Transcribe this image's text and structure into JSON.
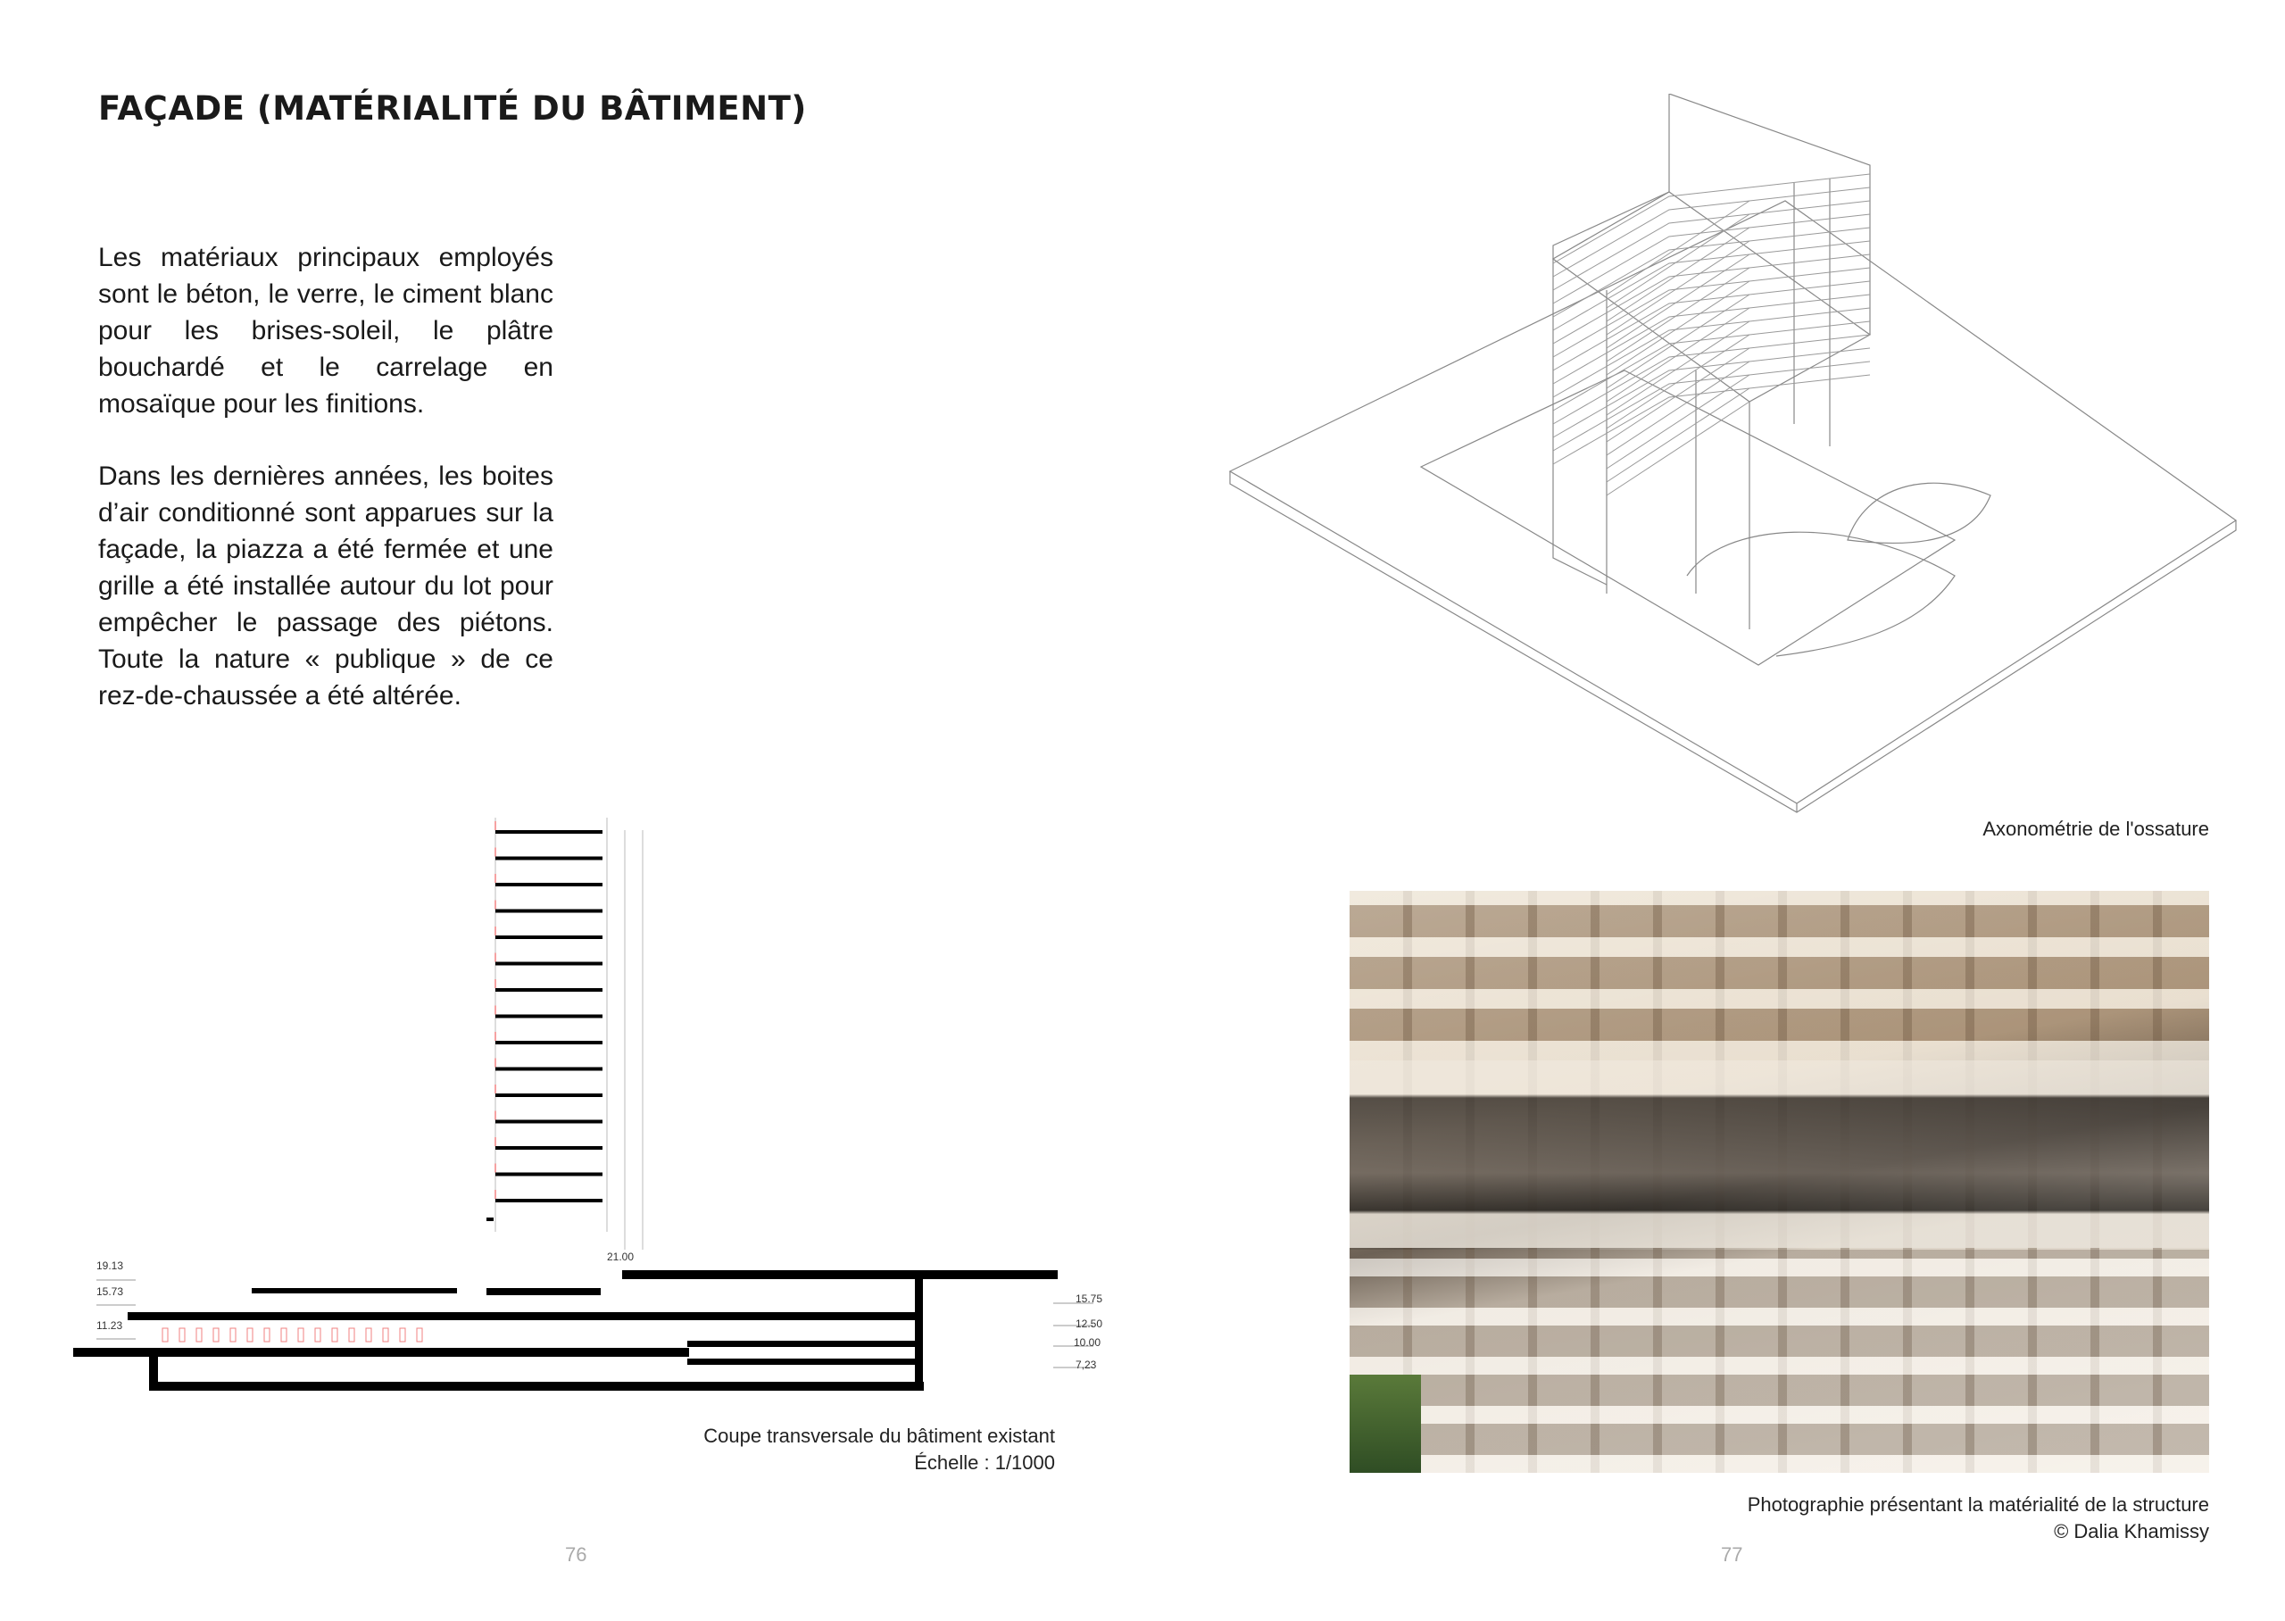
{
  "title": "FAÇADE (MATÉRIALITÉ DU BÂTIMENT)",
  "paragraphs": [
    "Les matériaux principaux employés sont le béton, le verre, le ciment blanc pour les brises-soleil, le plâtre bouchardé et le carrelage en mosaïque pour les finitions.",
    "Dans les dernières années, les boites d’air conditionné sont apparues sur la façade, la piazza a été fermée et une grille a été installée autour du lot pour empêcher le passage des piétons. Toute la nature « publique » de ce rez-de-chaussée a été altérée."
  ],
  "section": {
    "levels_left": [
      "19.13",
      "15.73",
      "11.23"
    ],
    "level_top": "21.00",
    "levels_right": [
      "15.75",
      "12.50",
      "10.00",
      "7,23"
    ],
    "caption_line1": "Coupe transversale du bâtiment existant",
    "caption_line2": "Échelle : 1/1000"
  },
  "axonometry": {
    "caption": "Axonométrie de l'ossature"
  },
  "photo": {
    "caption_line1": "Photographie présentant la matérialité de la structure",
    "caption_line2": "© Dalia Khamissy"
  },
  "page_numbers": {
    "left": "76",
    "right": "77"
  }
}
